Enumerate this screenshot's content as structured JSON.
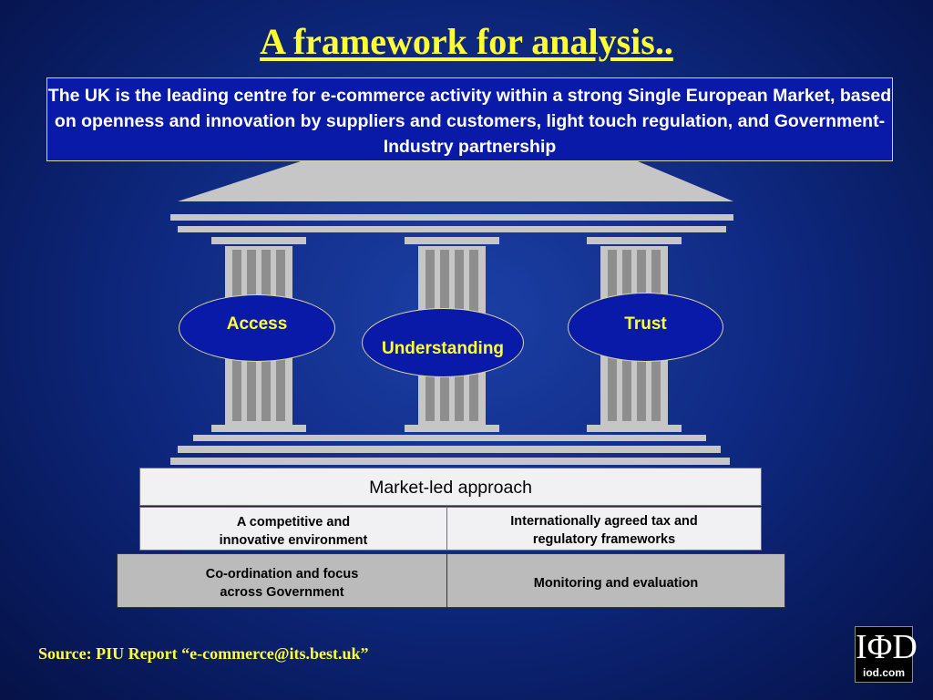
{
  "title": "A framework for analysis..",
  "mission_statement": "The UK is the leading centre for e-commerce activity within a strong Single European Market, based on openness and innovation by suppliers and customers, light touch regulation, and Government-Industry partnership",
  "pillars": [
    {
      "label": "Access"
    },
    {
      "label": "Understanding"
    },
    {
      "label": "Trust"
    }
  ],
  "foundation": {
    "header": "Market-led approach",
    "row1": {
      "left": [
        "A competitive and",
        "innovative environment"
      ],
      "right": [
        "Internationally agreed tax and",
        "regulatory frameworks"
      ]
    },
    "row2": {
      "left": [
        "Co-ordination and focus",
        "across Government"
      ],
      "right": [
        "Monitoring and evaluation"
      ]
    }
  },
  "source": "Source: PIU Report “e-commerce@its.best.uk”",
  "logo": {
    "mark": "IoD",
    "text": "iod.com"
  },
  "colors": {
    "title": "#ffff33",
    "box_fill": "#0a1aa8",
    "oval_text": "#ffff33",
    "temple": "#c6c6c6",
    "foundation_light": "#f1f1f4",
    "foundation_grey": "#bbbbbb"
  }
}
